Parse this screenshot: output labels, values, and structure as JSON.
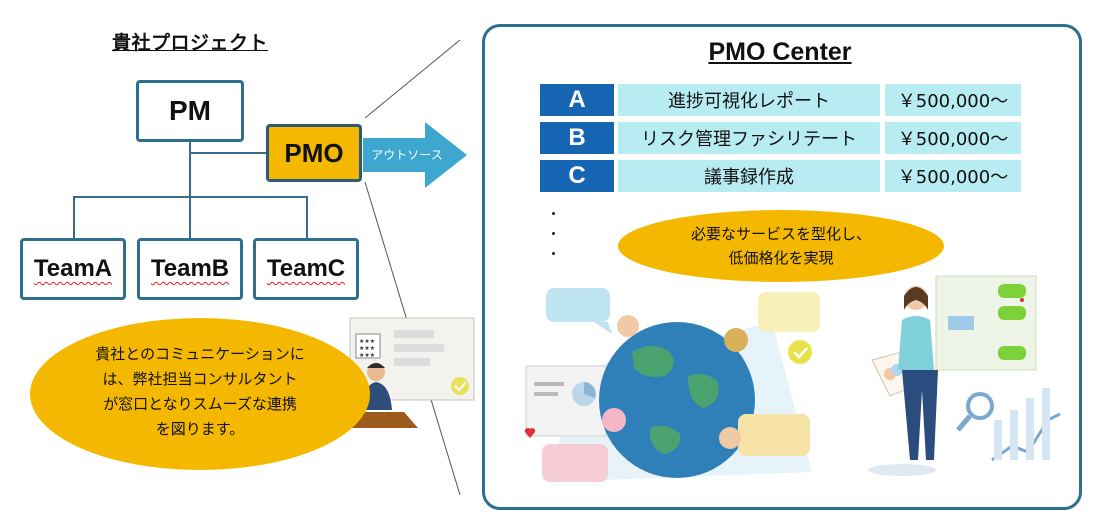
{
  "left": {
    "title": "貴社プロジェクト",
    "pm_label": "PM",
    "pmo_label": "PMO",
    "teams": [
      "TeamA",
      "TeamB",
      "TeamC"
    ],
    "arrow_label": "アウトソース",
    "communication_line1": "貴社とのコミュニケーションに",
    "communication_line2": "は、弊社担当コンサルタント",
    "communication_line3": "が窓口となりスムーズな連携",
    "communication_line4": "を図ります。"
  },
  "pmo_center": {
    "title": "PMO Center",
    "services": [
      {
        "letter": "A",
        "name": "進捗可視化レポート",
        "price": "￥500,000～"
      },
      {
        "letter": "B",
        "name": "リスク管理ファシリテート",
        "price": "￥500,000～"
      },
      {
        "letter": "C",
        "name": "議事録作成",
        "price": "￥500,000～"
      }
    ],
    "bubble_line1": "必要なサービスを型化し、",
    "bubble_line2": "低価格化を実現"
  },
  "colors": {
    "accent_orange": "#f5b800",
    "border_blue": "#2d6f8f",
    "letter_blue": "#1565b3",
    "service_cyan": "#b7ecf3",
    "arrow_blue": "#3ea7d0"
  },
  "icons": [
    "consultant-illustration",
    "globe-illustration",
    "woman-presenter-illustration",
    "magnifier-icon",
    "check-icon",
    "heart-icon"
  ]
}
